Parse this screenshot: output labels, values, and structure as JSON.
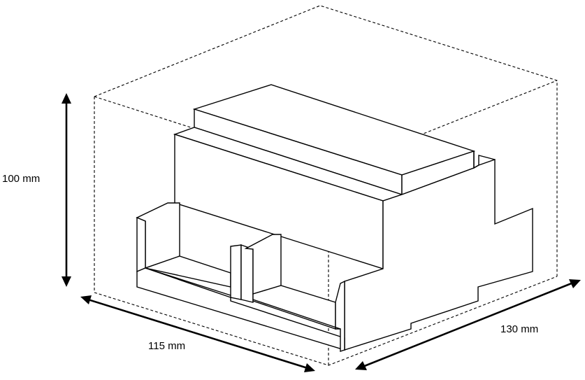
{
  "dimensions": {
    "height_label": "100 mm",
    "width_label": "115 mm",
    "depth_label": "130 mm"
  }
}
